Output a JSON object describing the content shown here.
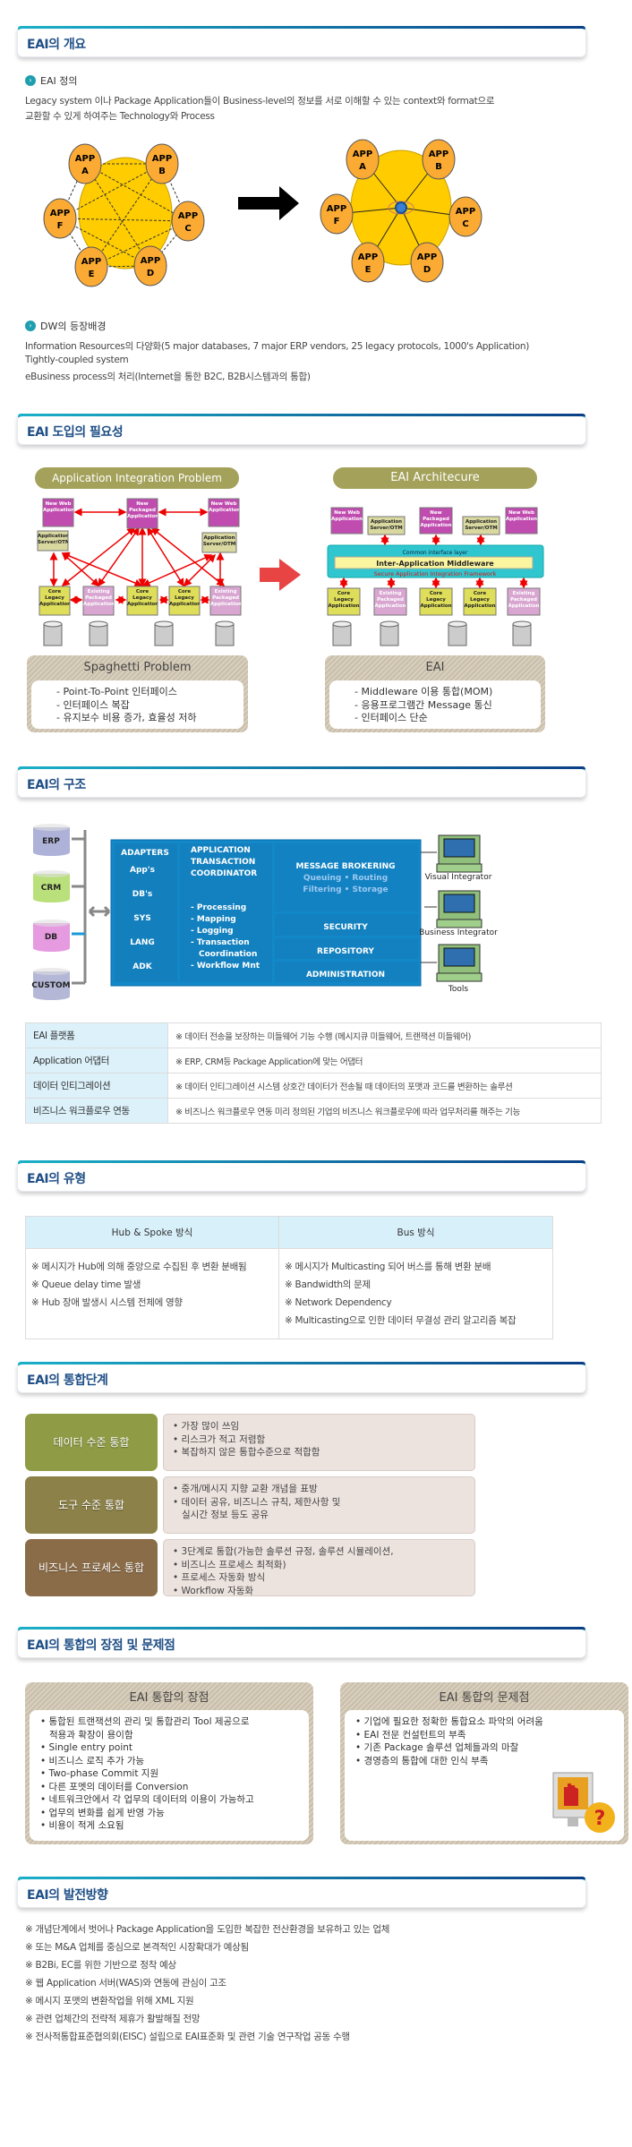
{
  "sections": {
    "s1": {
      "title": "EAI의 개요"
    },
    "s2": {
      "title": "EAI 도입의 필요성"
    },
    "s3": {
      "title": "EAI의 구조"
    },
    "s4": {
      "title": "EAI의 유형"
    },
    "s5": {
      "title": "EAI의 통합단계"
    },
    "s6": {
      "title": "EAI의 통합의 장점 및 문제점"
    },
    "s7": {
      "title": "EAI의 발전방향"
    }
  },
  "overview": {
    "def_title": "EAI 정의",
    "def_lines": [
      "Legacy system 이나 Package Application들이 Business-level의 정보를 서로 이해할 수 있는 context와 format으로",
      "교환할 수 있게 하여주는 Technology와 Process"
    ],
    "apps": [
      "APP A",
      "APP B",
      "APP C",
      "APP D",
      "APP E",
      "APP F"
    ],
    "app_top": "APP",
    "app_letters": [
      "A",
      "B",
      "C",
      "D",
      "E",
      "F"
    ],
    "dw_title": "DW의 등장배경",
    "dw_lines": [
      "Information Resources의 다양화(5 major databases, 7 major ERP vendors, 25 legacy protocols, 1000's Application)",
      "Tightly-coupled system",
      "eBusiness process의 처리(Internet을 통한 B2C, B2B시스템과의 통합)"
    ]
  },
  "need": {
    "left_title": "Application Integration Problem",
    "right_title": "EAI Architecure",
    "new_web": "New Web Application",
    "new_packaged": "New Packaged Application",
    "app_server": "Application Server/OTM",
    "core_legacy": "Core Legacy Application",
    "existing_packaged": "Existing Packaged Application",
    "common_layer": "Common interface layer",
    "middleware": "Inter-Application Middleware",
    "framework": "Secure Application Integration Framework",
    "left_box_title": "Spaghetti Problem",
    "left_box_items": [
      "- Point-To-Point 인터페이스",
      "- 인터페이스 복잡",
      "- 유지보수 비용 증가, 효율성 저하"
    ],
    "right_box_title": "EAI",
    "right_box_items": [
      "- Middleware 이용 통합(MOM)",
      "- 응용프로그램간 Message 통신",
      "- 인터페이스 단순"
    ]
  },
  "structure": {
    "systems": [
      "ERP",
      "CRM",
      "DB",
      "CUSTOM"
    ],
    "adapters_title": "ADAPTERS",
    "adapters": [
      "App's",
      "DB's",
      "SYS",
      "LANG",
      "ADK"
    ],
    "atc_title": [
      "APPLICATION",
      "TRANSACTION",
      "COORDINATOR"
    ],
    "atc_items": [
      "- Processing",
      "- Mapping",
      "- Logging",
      "- Transaction",
      "  Coordination",
      "- Workflow Mnt"
    ],
    "broker_title": "MESSAGE BROKERING",
    "broker_sub": [
      "Queuing • Routing",
      "Filtering • Storage"
    ],
    "security": "SECURITY",
    "repository": "REPOSITORY",
    "administration": "ADMINISTRATION",
    "tools": [
      "Visual Integrator",
      "Business Integrator",
      "Tools"
    ],
    "table": [
      {
        "label": "EAI 플랫폼",
        "desc": "※ 데이터 전송을 보장하는 미들웨어 기능 수행 (메시지큐 미들웨어, 트랜잭션 미들웨어)"
      },
      {
        "label": "Application 어댑터",
        "desc": "※ ERP, CRM등 Package Application에 맞는 어댑터"
      },
      {
        "label": "데이터 인티그레이션",
        "desc": "※ 데이터 인티그레이션 시스템 상호간 데이터가 전송될 때 데이터의 포맷과 코드를 변환하는 솔루션"
      },
      {
        "label": "비즈니스 워크플로우 연동",
        "desc": "※ 비즈니스 워크플로우 연동 미리 정의된 기업의 비즈니스 워크플로우에 따라 업무처리를 해주는 기능"
      }
    ]
  },
  "types": {
    "headers": [
      "Hub & Spoke 방식",
      "Bus 방식"
    ],
    "hub": [
      "※ 메시지가 Hub에 의해 중앙으로 수집된 후 변환 분배됨",
      "※ Queue delay time 발생",
      "※ Hub 장애 발생시 시스템 전체에 영향"
    ],
    "bus": [
      "※ 메시지가 Multicasting 되어 버스를 통해 변환 분배",
      "※ Bandwidth의 문제",
      "※ Network Dependency",
      "※ Multicasting으로 인한 데이터 무결성 관리 알고리즘 복잡"
    ]
  },
  "stages": [
    {
      "label": "데이터 수준 통합",
      "items": [
        "• 가장 많이 쓰임",
        "• 리스크가 적고 저렴함",
        "• 복잡하지 않은 통합수준으로 적합함"
      ],
      "color": "#8f9c45"
    },
    {
      "label": "도구 수준 통합",
      "items": [
        "• 중개/메시지 지향 교환 개념을 표방",
        "• 데이터 공유, 비즈니스 규칙, 제한사항 및",
        "   실시간 정보 등도 공유"
      ],
      "color": "#8c8148"
    },
    {
      "label": "비즈니스 프로세스 통합",
      "items": [
        "• 3단계로 통합(가능한 솔루션 규정, 솔루션 시뮬레이션,",
        "• 비즈니스 프로세스 최적화)",
        "• 프로세스 자동화 방식",
        "• Workflow 자동화"
      ],
      "color": "#8b6c48"
    }
  ],
  "proscons": {
    "pros_title": "EAI 통합의 장점",
    "pros": [
      "• 통합된 트랜잭션의 관리 및 통합관리 Tool 제공으로",
      "   적용과 확장이 용이함",
      "• Single entry point",
      "• 비즈니스 로직 추가 가능",
      "• Two-phase Commit 지원",
      "• 다른 포멧의 데이터를 Conversion",
      "• 네트워크안에서 각 업무의 데이터의 이용이 가능하고",
      "• 업무의 변화를 쉽게 반영 가능",
      "• 비용이 적게 소요됨"
    ],
    "cons_title": "EAI 통합의 문제점",
    "cons": [
      "• 기업에 필요한 정확한 통합요소 파악의 어려움",
      "• EAI 전문 컨설턴트의 부족",
      "• 기존 Package 솔루션 업체들과의 마찰",
      "• 경영층의 통합에 대한 인식 부족"
    ]
  },
  "future": [
    "※  개념단계에서 벗어나 Package Application을 도입한 복잡한 전산환경을 보유하고 있는 업체",
    "※  또는 M&A 업체를 중심으로 본격적인 시장확대가 예상됨",
    "※  B2Bi, EC를 위한 기반으로 정착 예상",
    "※  웹 Application 서버(WAS)와 연동에 관심이 고조",
    "※  메시지 포맷의 변환작업을 위해 XML 지원",
    "※  관련 업체간의 전략적 제휴가 활발해질 전망",
    "※  전사적통합표준협의회(EISC) 설립으로 EAI표준화 및 관련 기술 연구작업 공동 수행"
  ]
}
